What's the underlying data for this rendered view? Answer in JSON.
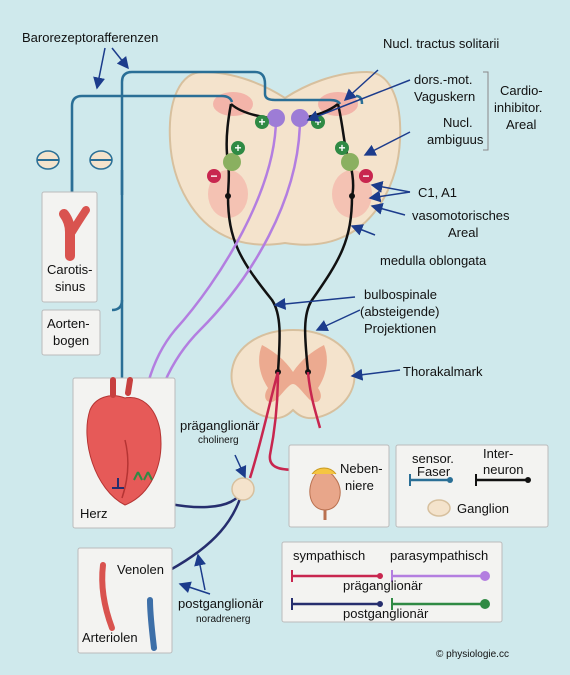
{
  "labels": {
    "baroreceptor": "Barorezeptorafferenzen",
    "nts": "Nucl. tractus solitarii",
    "dorsal_vagus_1": "dors.-mot.",
    "dorsal_vagus_2": "Vaguskern",
    "ambiguus_1": "Nucl.",
    "ambiguus_2": "ambiguus",
    "cardio_1": "Cardio-",
    "cardio_2": "inhibitor.",
    "cardio_3": "Areal",
    "c1a1": "C1, A1",
    "vasomotor_1": "vasomotorisches",
    "vasomotor_2": "Areal",
    "medulla": "medulla oblongata",
    "bulbospinal_1": "bulbospinale",
    "bulbospinal_2": "(absteigende)",
    "bulbospinal_3": "Projektionen",
    "thorakal": "Thorakalmark",
    "carotis_1": "Carotis-",
    "carotis_2": "sinus",
    "aorten_1": "Aorten-",
    "aorten_2": "bogen",
    "herz": "Herz",
    "praeg_1": "präganglionär",
    "praeg_2": "cholinerg",
    "neben_1": "Neben-",
    "neben_2": "niere",
    "venolen": "Venolen",
    "arteriolen": "Arteriolen",
    "postg_1": "postganglionär",
    "postg_2": "noradrenerg",
    "copyright": "© physiologie.cc"
  },
  "legend": {
    "sensor_1": "sensor.",
    "sensor_2": "Faser",
    "inter_1": "Inter-",
    "inter_2": "neuron",
    "ganglion": "Ganglion",
    "sympathisch": "sympathisch",
    "parasympathisch": "parasympathisch",
    "praeganglionaer": "präganglionär",
    "postganglionaer": "postganglionär"
  },
  "symbols": {
    "plus": "+",
    "minus": "−"
  },
  "colors": {
    "background": "#cfe9ec",
    "sensory": "#2a6f96",
    "interneuron": "#111111",
    "sympathetic_pre": "#c8264f",
    "parasympathetic_pre": "#b37ee0",
    "sympathetic_post": "#262e6e",
    "parasympathetic_post": "#2f8a44",
    "tissue": "#f4e3cc",
    "nucleus": "#f2a7a0"
  }
}
